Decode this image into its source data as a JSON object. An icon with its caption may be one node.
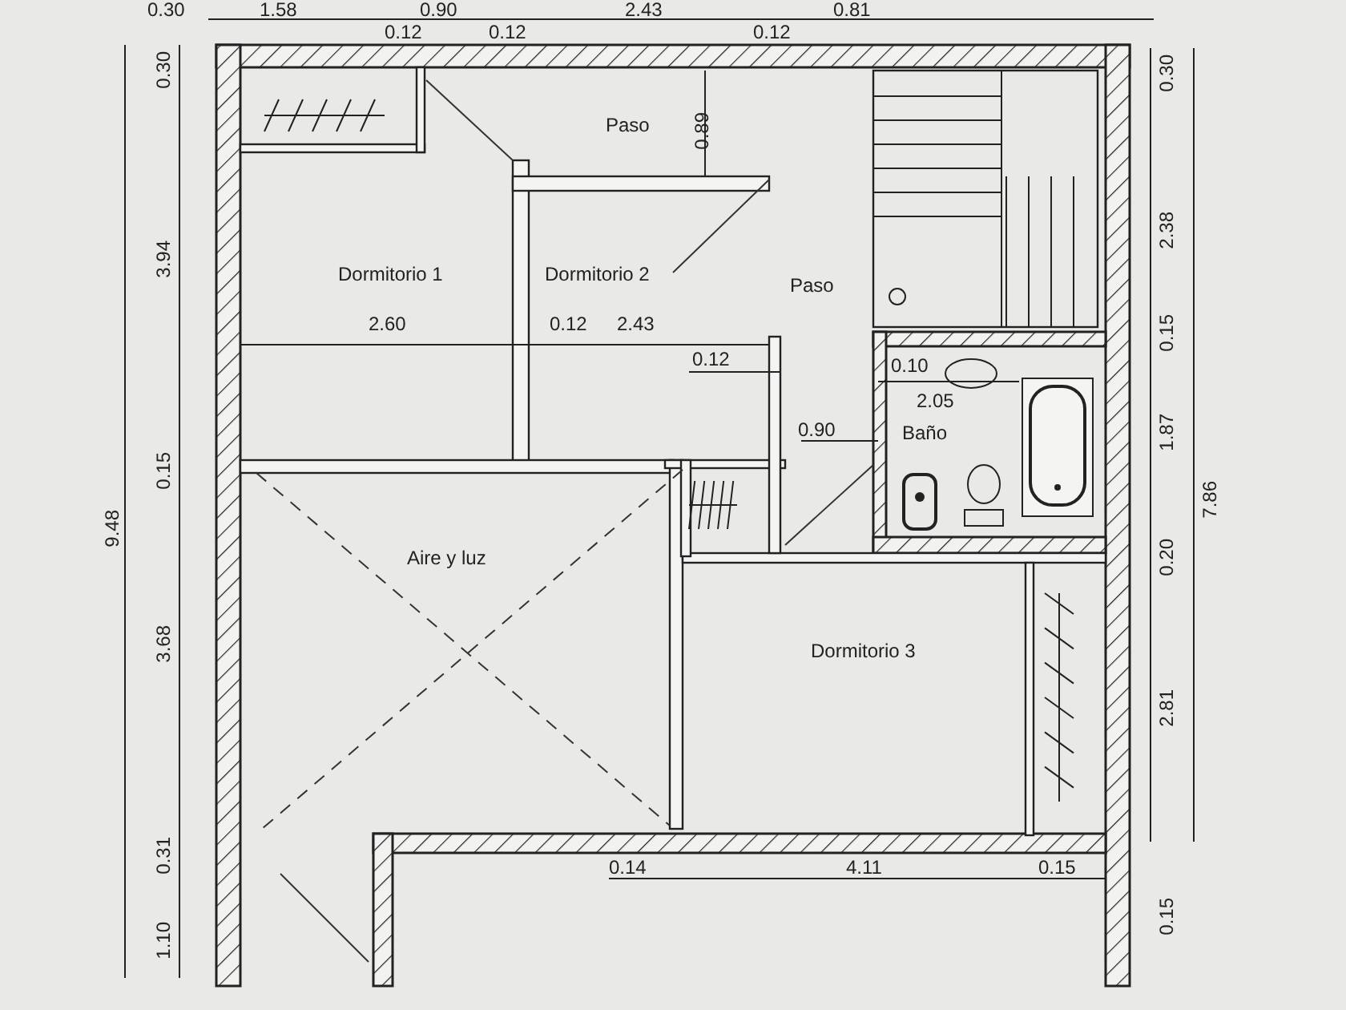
{
  "diagram": {
    "nodes": [
      {
        "text": [
          "Paso"
        ]
      },
      {
        "text": [
          "Dormitorio 1"
        ]
      },
      {
        "text": [
          "Dormitorio 2"
        ]
      },
      {
        "text": [
          "Paso"
        ]
      },
      {
        "text": [
          "Baño"
        ]
      },
      {
        "text": [
          "Aire y luz"
        ]
      },
      {
        "text": [
          "Dormitorio 3"
        ]
      }
    ],
    "labels": [
      "0.30",
      "1.58",
      "0.90",
      "2.43",
      "0.81",
      "0.12",
      "0.12",
      "0.12",
      "9.48",
      "0.30",
      "3.94",
      "0.15",
      "3.68",
      "0.31",
      "1.10",
      "0.30",
      "2.38",
      "0.15",
      "1.87",
      "7.86",
      "0.20",
      "2.81",
      "0.15",
      "0.89",
      "2.60",
      "0.12",
      "2.43",
      "0.12",
      "0.10",
      "2.05",
      "0.90",
      "0.14",
      "4.11",
      "0.15"
    ]
  }
}
